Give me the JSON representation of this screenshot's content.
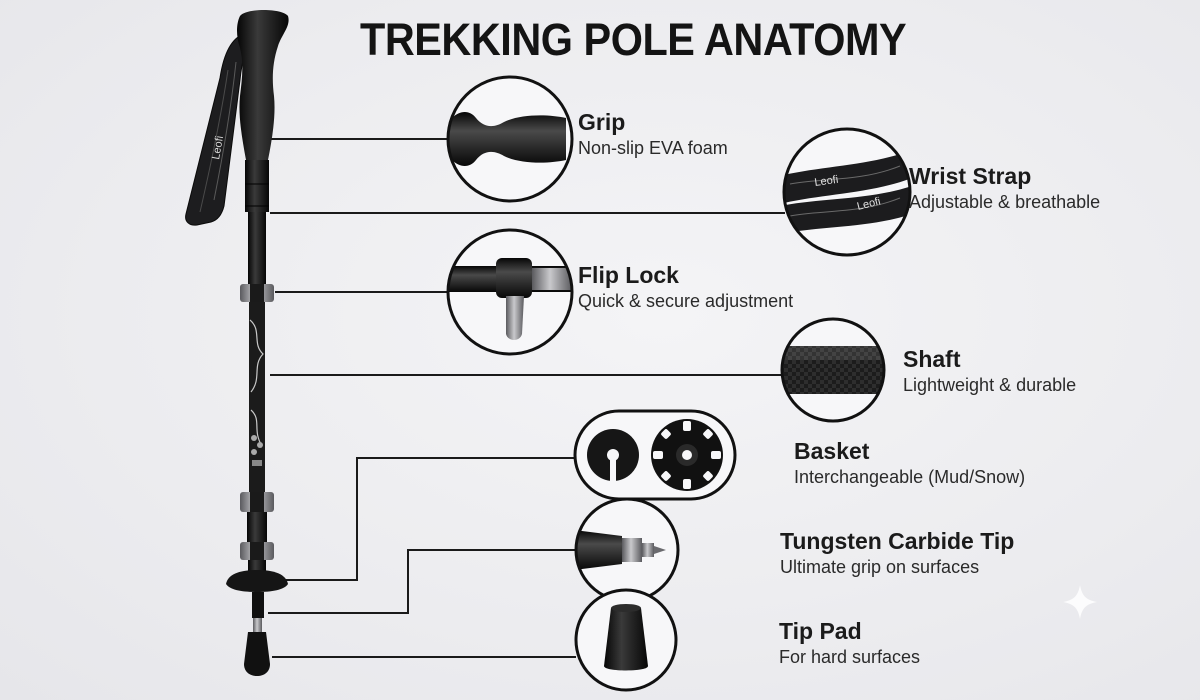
{
  "title": "TREKKING POLE ANATOMY",
  "strap_print": "Leofi",
  "parts": [
    {
      "id": "grip",
      "name": "Grip",
      "desc": "Non-slip EVA foam"
    },
    {
      "id": "strap",
      "name": "Wrist Strap",
      "desc": "Adjustable & breathable"
    },
    {
      "id": "lock",
      "name": "Flip Lock",
      "desc": "Quick & secure adjustment"
    },
    {
      "id": "shaft",
      "name": "Shaft",
      "desc": "Lightweight & durable"
    },
    {
      "id": "basket",
      "name": "Basket",
      "desc": "Interchangeable (Mud/Snow)"
    },
    {
      "id": "tip",
      "name": "Tungsten Carbide Tip",
      "desc": "Ultimate grip on surfaces"
    },
    {
      "id": "pad",
      "name": "Tip Pad",
      "desc": "For hard surfaces"
    }
  ],
  "colors": {
    "line": "#1a1a1a",
    "pole": "#141414",
    "metal": "#9a9a9e",
    "background": "#ececef"
  },
  "icons": [
    "sparkle-icon"
  ]
}
